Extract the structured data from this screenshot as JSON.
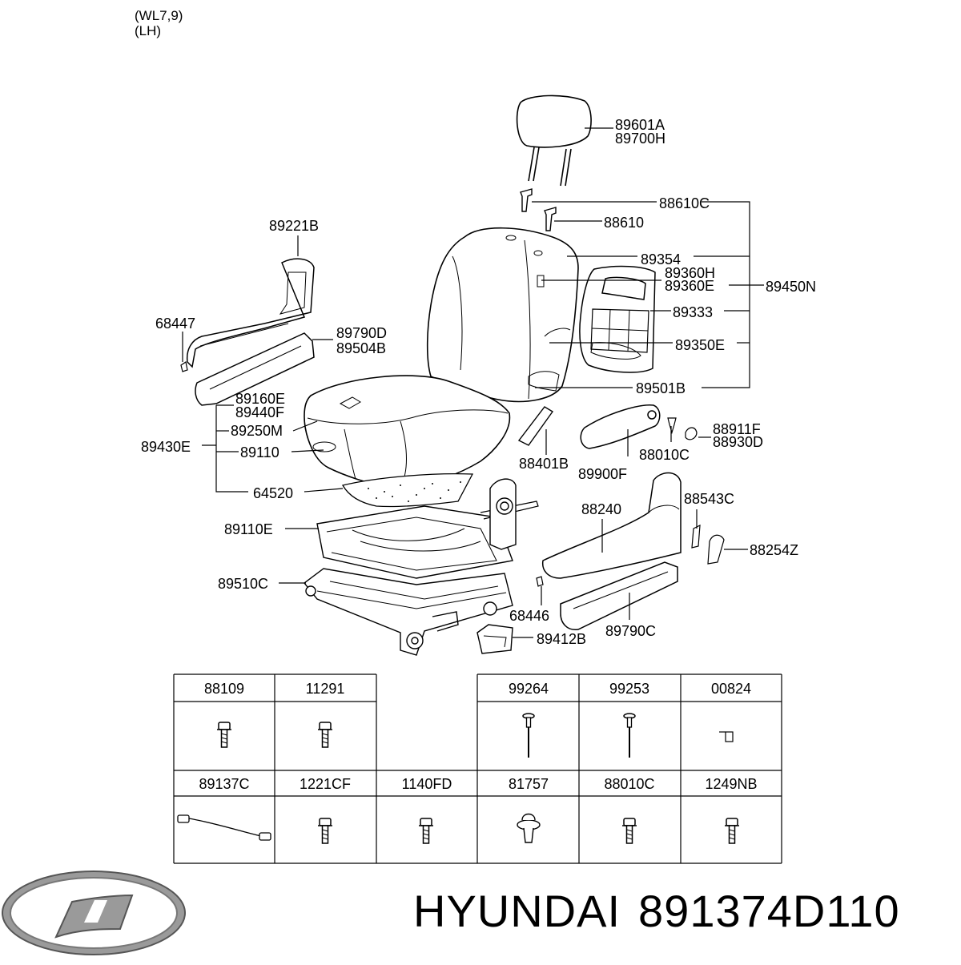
{
  "header": {
    "model": "(WL7,9)",
    "side": "(LH)"
  },
  "callouts": [
    {
      "id": "c1",
      "label": "89601A"
    },
    {
      "id": "c2",
      "label": "89700H"
    },
    {
      "id": "c3",
      "label": "88610C"
    },
    {
      "id": "c4",
      "label": "88610"
    },
    {
      "id": "c5",
      "label": "89354"
    },
    {
      "id": "c6",
      "label": "89360H"
    },
    {
      "id": "c7",
      "label": "89360E"
    },
    {
      "id": "c8",
      "label": "89450N"
    },
    {
      "id": "c9",
      "label": "89333"
    },
    {
      "id": "c10",
      "label": "89350E"
    },
    {
      "id": "c11",
      "label": "89501B"
    },
    {
      "id": "c12",
      "label": "89221B"
    },
    {
      "id": "c13",
      "label": "68447"
    },
    {
      "id": "c14",
      "label": "89790D"
    },
    {
      "id": "c15",
      "label": "89504B"
    },
    {
      "id": "c16",
      "label": "89160E"
    },
    {
      "id": "c17",
      "label": "89440F"
    },
    {
      "id": "c18",
      "label": "89250M"
    },
    {
      "id": "c19",
      "label": "89430E"
    },
    {
      "id": "c20",
      "label": "89110"
    },
    {
      "id": "c21",
      "label": "64520"
    },
    {
      "id": "c22",
      "label": "89110E"
    },
    {
      "id": "c23",
      "label": "89510C"
    },
    {
      "id": "c24",
      "label": "88401B"
    },
    {
      "id": "c25",
      "label": "89900F"
    },
    {
      "id": "c26",
      "label": "88010C"
    },
    {
      "id": "c27",
      "label": "88911F"
    },
    {
      "id": "c28",
      "label": "88930D"
    },
    {
      "id": "c29",
      "label": "88240"
    },
    {
      "id": "c30",
      "label": "88543C"
    },
    {
      "id": "c31",
      "label": "88254Z"
    },
    {
      "id": "c32",
      "label": "68446"
    },
    {
      "id": "c33",
      "label": "89790C"
    },
    {
      "id": "c34",
      "label": "89412B"
    }
  ],
  "parts_table": {
    "row1": [
      {
        "code": "88109",
        "icon": "bolt-icon"
      },
      {
        "code": "11291",
        "icon": "bolt-icon"
      },
      {
        "code": "",
        "icon": ""
      },
      {
        "code": "99264",
        "icon": "rivet-icon"
      },
      {
        "code": "99253",
        "icon": "rivet-icon"
      },
      {
        "code": "00824",
        "icon": "clip-icon"
      }
    ],
    "row2": [
      {
        "code": "89137C",
        "icon": "wire-icon"
      },
      {
        "code": "1221CF",
        "icon": "screw-icon"
      },
      {
        "code": "1140FD",
        "icon": "bolt-icon"
      },
      {
        "code": "81757",
        "icon": "push-clip-icon"
      },
      {
        "code": "88010C",
        "icon": "bolt-icon"
      },
      {
        "code": "1249NB",
        "icon": "bolt-icon"
      }
    ]
  },
  "footer": {
    "brand": "HYUNDAI",
    "part_number": "891374D110"
  }
}
